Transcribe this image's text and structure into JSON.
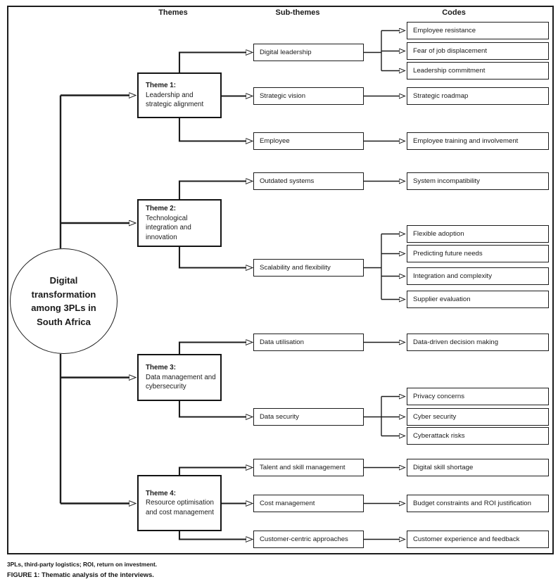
{
  "figure": {
    "column_headers": [
      "Themes",
      "Sub-themes",
      "Codes"
    ],
    "central_node": "Digital transformation among 3PLs in South Africa",
    "themes": [
      {
        "title": "Theme 1:",
        "label": "Leadership and strategic alignment"
      },
      {
        "title": "Theme 2:",
        "label": "Technological integration and innovation"
      },
      {
        "title": "Theme 3:",
        "label": "Data management and cybersecurity"
      },
      {
        "title": "Theme 4:",
        "label": "Resource optimisation and cost management"
      }
    ],
    "subthemes": [
      {
        "label": "Digital leadership"
      },
      {
        "label": "Strategic vision"
      },
      {
        "label": "Employee"
      },
      {
        "label": "Outdated systems"
      },
      {
        "label": "Scalability and flexibility"
      },
      {
        "label": "Data utilisation"
      },
      {
        "label": "Data security"
      },
      {
        "label": "Talent and skill management"
      },
      {
        "label": "Cost management"
      },
      {
        "label": "Customer-centric approaches"
      }
    ],
    "codes": [
      {
        "label": "Employee resistance"
      },
      {
        "label": "Fear of job displacement"
      },
      {
        "label": "Leadership commitment"
      },
      {
        "label": "Strategic roadmap"
      },
      {
        "label": "Employee training and involvement"
      },
      {
        "label": "System incompatibility"
      },
      {
        "label": "Flexible adoption"
      },
      {
        "label": "Predicting future needs"
      },
      {
        "label": "Integration and complexity"
      },
      {
        "label": "Supplier evaluation"
      },
      {
        "label": "Data-driven decision making"
      },
      {
        "label": "Privacy concerns"
      },
      {
        "label": "Cyber security"
      },
      {
        "label": "Cyberattack risks"
      },
      {
        "label": "Digital skill shortage"
      },
      {
        "label": "Budget constraints and ROI justification"
      },
      {
        "label": "Customer experience and feedback"
      }
    ],
    "footnote": "3PLs, third-party logistics; ROI, return on investment.",
    "caption": "FIGURE 1: Thematic analysis of the interviews."
  }
}
